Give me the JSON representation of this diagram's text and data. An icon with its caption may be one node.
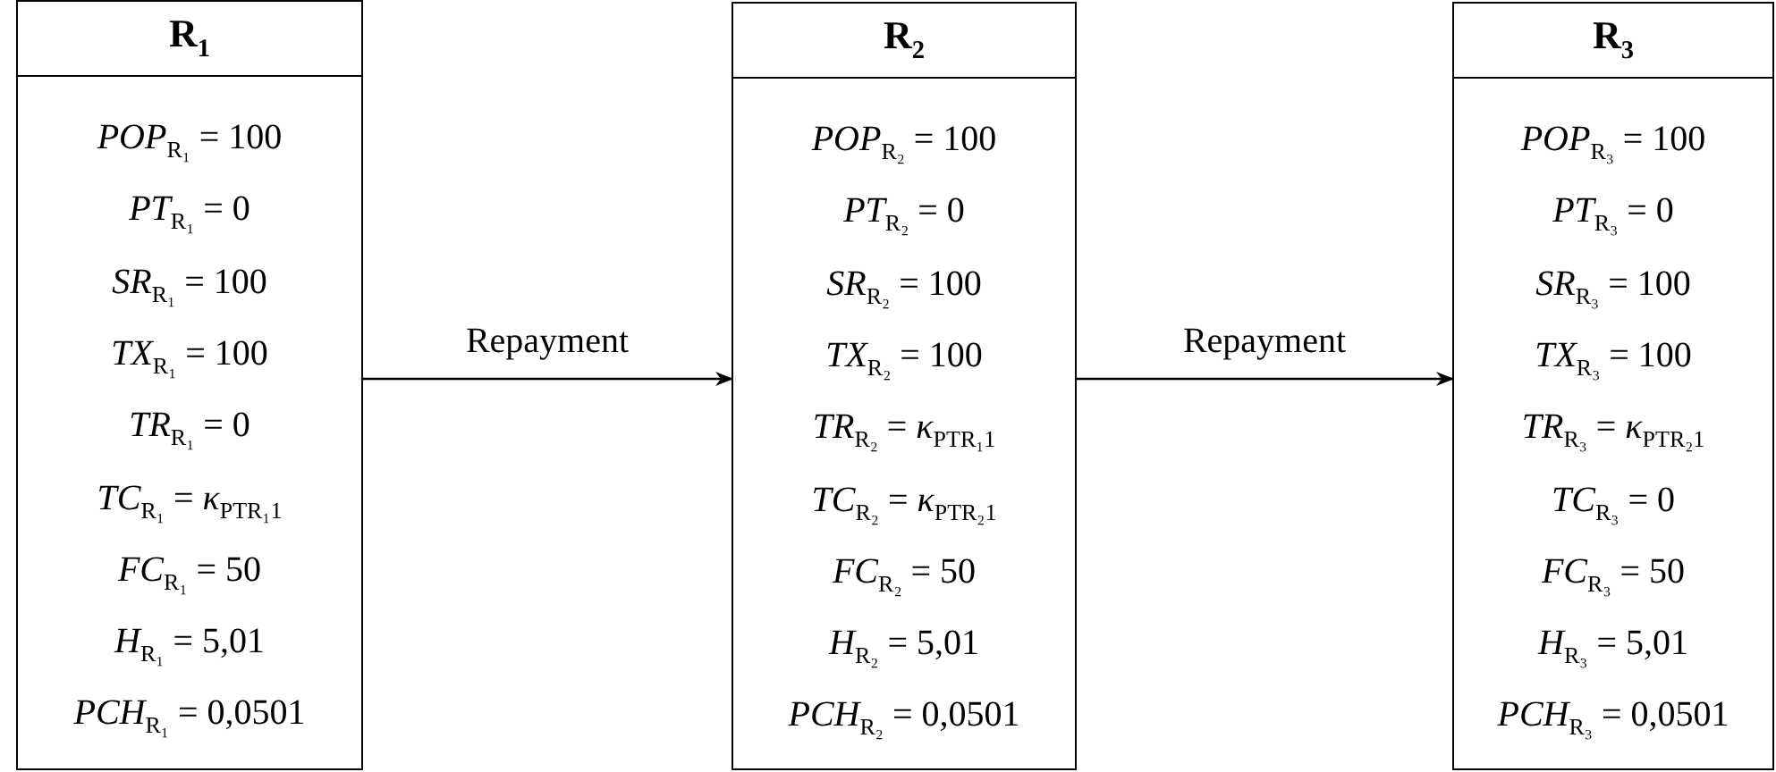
{
  "diagram": {
    "nodes": [
      {
        "text": [
          "R$_{1}$",
          "*POP*$_{R₁}$ = 100",
          "*PT*$_{R₁}$ = 0",
          "*SR*$_{R₁}$ = 100",
          "*TX*$_{R₁}$ = 100",
          "*TR*$_{R₁}$ = 0",
          "*TC*$_{R₁}$ = *κ*$_{PTR₁1}$",
          "*FC*$_{R₁}$ = 50",
          "*H*$_{R₁}$ = 5,01",
          "*PCH*$_{R₁}$ = 0,0501"
        ]
      },
      {
        "text": [
          "R$_{2}$",
          "*POP*$_{R₂}$ = 100",
          "*PT*$_{R₂}$ = 0",
          "*SR*$_{R₂}$ = 100",
          "*TX*$_{R₂}$ = 100",
          "*TR*$_{R₂}$ = *κ*$_{PTR₁1}$",
          "*TC*$_{R₂}$ = *κ*$_{PTR₂1}$",
          "*FC*$_{R₂}$ = 50",
          "*H*$_{R₂}$ = 5,01",
          "*PCH*$_{R₂}$ = 0,0501"
        ]
      },
      {
        "text": [
          "R$_{3}$",
          "*POP*$_{R₃}$ = 100",
          "*PT*$_{R₃}$ = 0",
          "*SR*$_{R₃}$ = 100",
          "*TX*$_{R₃}$ = 100",
          "*TR*$_{R₃}$ = *κ*$_{PTR₂1}$",
          "*TC*$_{R₃}$ = 0",
          "*FC*$_{R₃}$ = 50",
          "*H*$_{R₃}$ = 5,01",
          "*PCH*$_{R₃}$ = 0,0501"
        ]
      }
    ],
    "edges": [
      {
        "from": 0,
        "to": 1,
        "arrow": "to",
        "label": "Repayment"
      },
      {
        "from": 1,
        "to": 2,
        "arrow": "to",
        "label": "Repayment"
      }
    ]
  }
}
